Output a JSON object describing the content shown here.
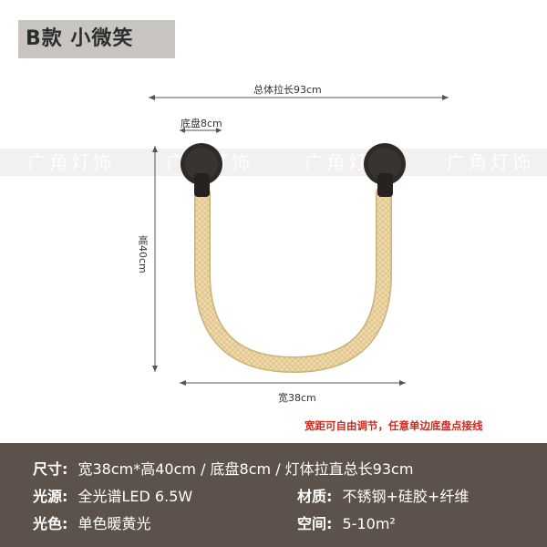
{
  "title": "B款  小微笑",
  "watermark": [
    "广角灯饰",
    "广角灯饰",
    "广角灯饰",
    "广角灯饰"
  ],
  "dimensions": {
    "total_length": "总体拉长93cm",
    "base": "底盘8cm",
    "height": "高40cm",
    "width": "宽38cm"
  },
  "note": "宽距可自由调节，任意单边底盘点接线",
  "specs": {
    "size_key": "尺寸:",
    "size_val": "宽38cm*高40cm / 底盘8cm / 灯体拉直总长93cm",
    "light_key": "光源:",
    "light_val": "全光谱LED  6.5W",
    "material_key": "材质:",
    "material_val": "不锈钢+硅胶+纤维",
    "color_key": "光色:",
    "color_val": "单色暖黄光",
    "space_key": "空间:",
    "space_val": "5-10m²"
  },
  "colors": {
    "badge_bg": "#c8c5c1",
    "spec_bg": "#5d514b",
    "rope": "#efd9a8",
    "base": "#2e2a28",
    "note": "#d0281d"
  }
}
